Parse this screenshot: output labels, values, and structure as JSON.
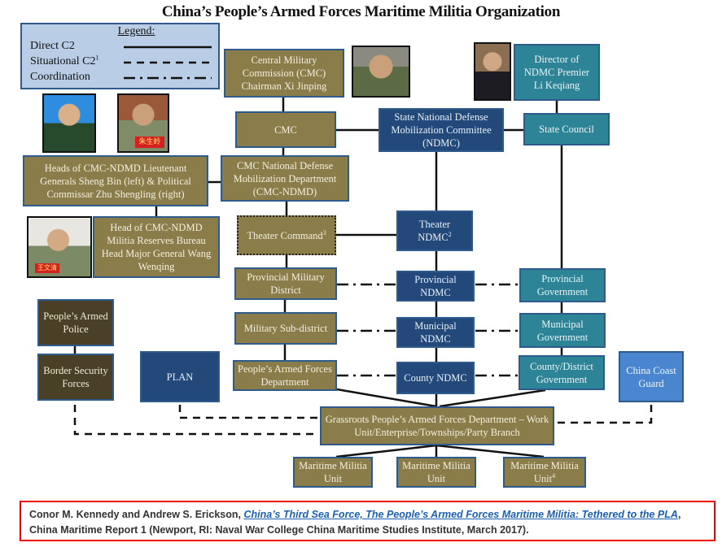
{
  "title": "China’s People’s Armed Forces Maritime Militia Organization",
  "legend": {
    "heading": "Legend:",
    "items": [
      {
        "label": "Direct C2",
        "style": "solid"
      },
      {
        "label": "Situational C2",
        "sup": "1",
        "style": "dashed"
      },
      {
        "label": "Coordination",
        "style": "dash-dot"
      }
    ]
  },
  "colors": {
    "military": "#8b7d4a",
    "ndmc": "#23497b",
    "government": "#2e8497",
    "pap": "#4a3f27",
    "coast_guard": "#4a86cf",
    "citation_border": "#ee0000",
    "link": "#1a5fb4"
  },
  "photos": [
    {
      "name": "xi-jinping-photo",
      "desc": "Photo of Xi Jinping in camouflage uniform"
    },
    {
      "name": "li-keqiang-photo",
      "desc": "Photo of Li Keqiang in suit"
    },
    {
      "name": "sheng-bin-photo",
      "desc": "Photo of Sheng Bin in uniform"
    },
    {
      "name": "zhu-shengling-photo",
      "desc": "Photo of Zhu Shengling with nameplate",
      "nameplate": "朱生岭"
    },
    {
      "name": "wang-wenqing-photo",
      "desc": "Photo of Wang Wenqing with nameplate",
      "nameplate": "王文清"
    }
  ],
  "nodes": {
    "cmc_chairman": "Central Military Commission (CMC) Chairman Xi Jinping",
    "director_ndmc": "Director of NDMC Premier Li Keqiang",
    "cmc": "CMC",
    "state_ndmc": "State National Defense Mobilization Committee (NDMC)",
    "state_council": "State Council",
    "heads_cmc_ndmd": "Heads of CMC-NDMD Lieutenant Generals Sheng Bin (left) & Political Commissar Zhu Shengling (right)",
    "cmc_ndmd": "CMC National Defense Mobilization Department (CMC-NDMD)",
    "militia_bureau": "Head of CMC-NDMD Militia Reserves Bureau Head Major General Wang Wenqing",
    "theater_command": "Theater Command",
    "theater_command_sup": "3",
    "theater_ndmc": "Theater NDMC",
    "theater_ndmc_sup": "2",
    "provincial_md": "Provincial Military District",
    "provincial_ndmc": "Provincial NDMC",
    "provincial_gov": "Provincial Government",
    "military_subdistrict": "Military Sub-district",
    "municipal_ndmc": "Municipal NDMC",
    "municipal_gov": "Municipal Government",
    "pafd": "People’s Armed Forces Department",
    "county_ndmc": "County NDMC",
    "county_gov": "County/District Government",
    "pap": "People’s Armed Police",
    "border_security": "Border Security Forces",
    "plan": "PLAN",
    "coast_guard": "China Coast Guard",
    "grassroots": "Grassroots People’s Armed Forces Department – Work Unit/Enterprise/Townships/Party Branch",
    "militia_unit_1": "Maritime Militia Unit",
    "militia_unit_2": "Maritime Militia Unit",
    "militia_unit_3": "Maritime Militia Unit",
    "militia_unit_3_sup": "4"
  },
  "citation": {
    "authors": "Conor M. Kennedy and Andrew S. Erickson, ",
    "link_text": "China’s Third Sea Force, The People’s Armed Forces Maritime Militia: Tethered to the PLA",
    "rest": ", China Maritime Report 1 (Newport, RI: Naval War College China Maritime Studies Institute, March 2017)."
  }
}
